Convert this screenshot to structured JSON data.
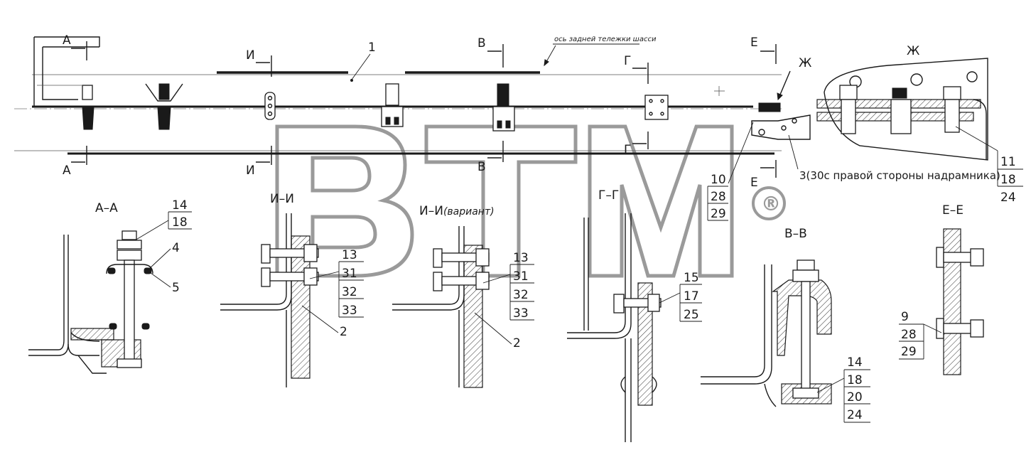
{
  "labels": {
    "top_view": {
      "A_top": "А",
      "A_bottom": "А",
      "I_top": "И",
      "I_bottom": "И",
      "V_top": "В",
      "V_bottom": "В",
      "G_top": "Г",
      "G_bottom": "Г",
      "E_top": "Е",
      "E_bottom": "Е",
      "Zh_mark": "Ж",
      "item_1": "1",
      "axis_note": "ось задней тележки шасси",
      "note_3": "3(30с правой стороны надрамника)",
      "callout_10": [
        "10",
        "28",
        "29"
      ]
    },
    "view_zh": {
      "title": "Ж",
      "callout": [
        "11",
        "18",
        "24"
      ]
    },
    "section_aa": {
      "title": "А–А",
      "callout_top": [
        "14",
        "18"
      ],
      "item_4": "4",
      "item_5": "5"
    },
    "section_ii": {
      "title": "И–И",
      "callout": [
        "13",
        "31",
        "32",
        "33"
      ],
      "item_2": "2"
    },
    "section_ii_variant": {
      "title": "И–И",
      "title_suffix": "(вариант)",
      "callout": [
        "13",
        "31",
        "32",
        "33"
      ],
      "item_2": "2"
    },
    "section_gg": {
      "title": "Г–Г",
      "callout": [
        "15",
        "17",
        "25"
      ]
    },
    "section_vv": {
      "title": "В–В",
      "callout": [
        "14",
        "18",
        "20",
        "24"
      ]
    },
    "section_ee": {
      "title": "Е–Е",
      "callout": [
        "9",
        "28",
        "29"
      ]
    }
  },
  "watermark": {
    "text": "BTM",
    "mark": "®",
    "color": "#9a9a9a"
  },
  "colors": {
    "line": "#1a1a1a",
    "background": "#ffffff"
  }
}
